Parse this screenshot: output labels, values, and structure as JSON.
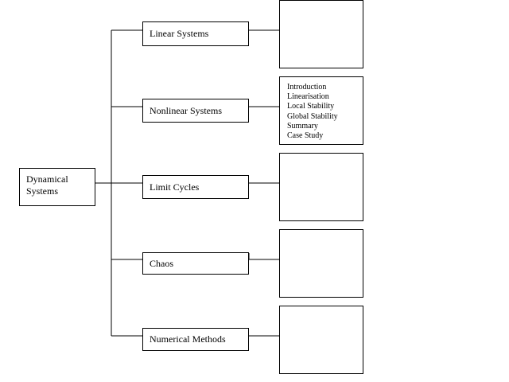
{
  "root": {
    "label": "Dynamical Systems"
  },
  "topics": [
    {
      "label": "Linear Systems",
      "details": []
    },
    {
      "label": "Nonlinear Systems",
      "details": [
        "Introduction",
        "Linearisation",
        "Local Stability",
        "Global Stability",
        "Summary",
        "Case Study"
      ]
    },
    {
      "label": "Limit Cycles",
      "details": []
    },
    {
      "label": "Chaos",
      "details": []
    },
    {
      "label": "Numerical Methods",
      "details": []
    }
  ],
  "line_color": "#000000"
}
